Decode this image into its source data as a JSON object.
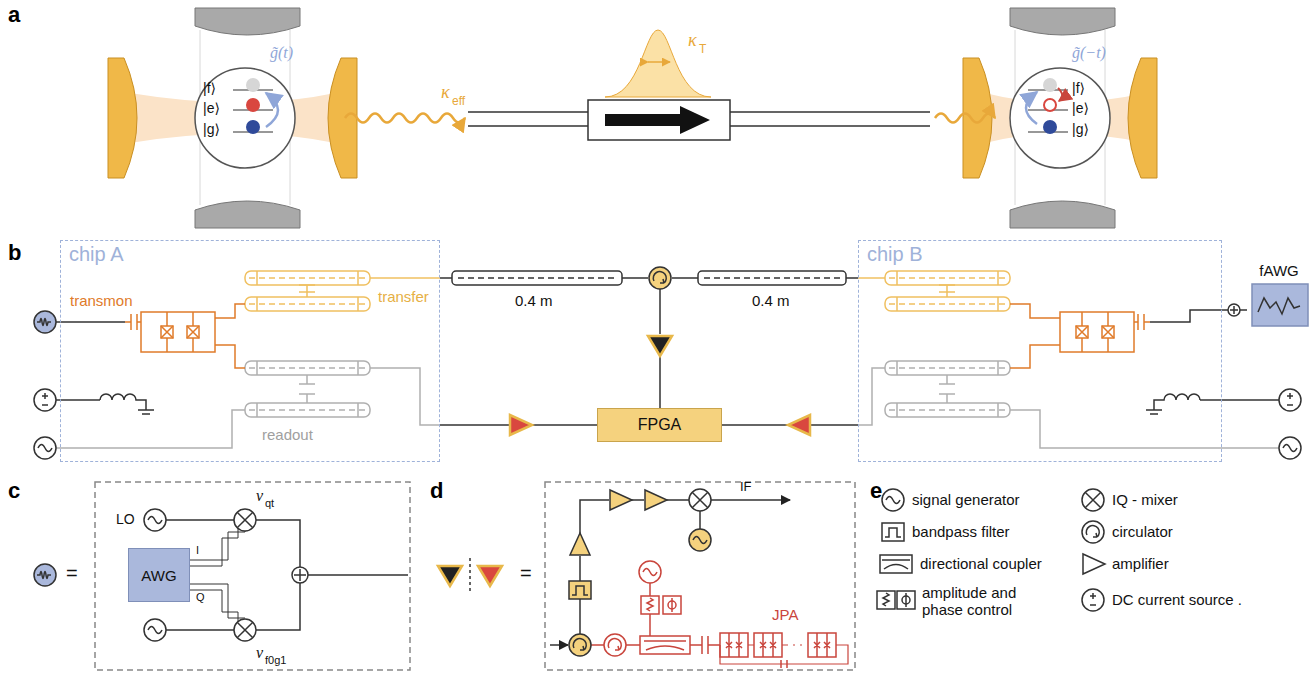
{
  "diagram": {
    "nodes": [
      {
        "text": [
          "chip A"
        ]
      },
      {
        "text": [
          "FPGA"
        ]
      },
      {
        "text": [
          "chip B"
        ]
      },
      {
        "text": [
          "fAWG"
        ]
      },
      {
        "text": [
          "AWG"
        ]
      }
    ],
    "edges": [
      {
        "from": 0,
        "to": 1,
        "arrow": "none"
      },
      {
        "from": 2,
        "to": 1,
        "arrow": "none"
      },
      {
        "from": 3,
        "to": 2,
        "arrow": "none"
      }
    ],
    "labels": [
      "a",
      "|f⟩",
      "|e⟩",
      "|g⟩",
      "g̃(t)",
      "κ",
      "eff",
      "κ",
      "T",
      "|f⟩",
      "|e⟩",
      "|g⟩",
      "g̃(−t)",
      "b",
      "transfer",
      "transmon",
      "readout",
      "0.4 m",
      "0.4 m",
      "c",
      "=",
      "LO",
      "I",
      "Q",
      "ν",
      "qt",
      "ν",
      "f0g1",
      "d",
      "=",
      "IF",
      "JPA",
      "e"
    ],
    "legend": [
      {
        "text": "signal generator"
      },
      {
        "text": "bandpass filter"
      },
      {
        "text": "directional coupler"
      },
      {
        "text": "amplitude and phase control"
      },
      {
        "text": "IQ - mixer"
      },
      {
        "text": "circulator"
      },
      {
        "text": "amplifier"
      },
      {
        "text": "DC current source ."
      }
    ]
  }
}
